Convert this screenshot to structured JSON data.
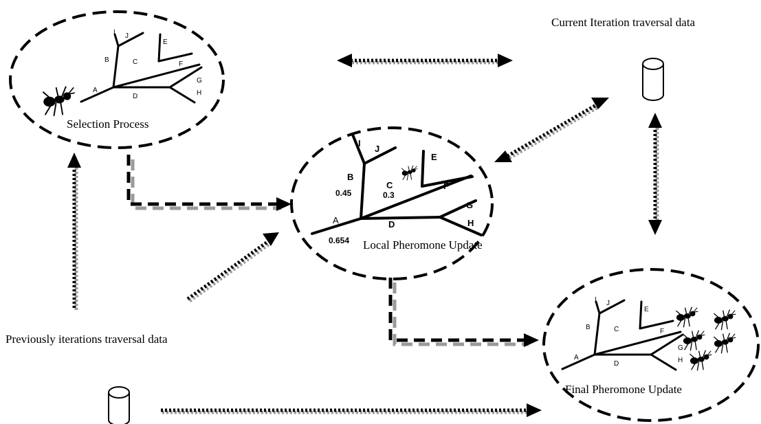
{
  "labels": {
    "selection": "Selection Process",
    "local": "Local Pheromone Update",
    "final": "Final Pheromone Update",
    "current_data": "Current Iteration traversal data",
    "previous_data": "Previously iterations traversal data"
  },
  "tree_nodes": {
    "a": "A",
    "b": "B",
    "c": "C",
    "d": "D",
    "e": "E",
    "f": "F",
    "g": "G",
    "h": "H",
    "i": "I",
    "j": "J"
  },
  "weights": {
    "a": "0.654",
    "b": "0.45",
    "c": "0.3"
  },
  "icons": {
    "database": "database-cylinder-icon",
    "ant": "ant-icon"
  }
}
